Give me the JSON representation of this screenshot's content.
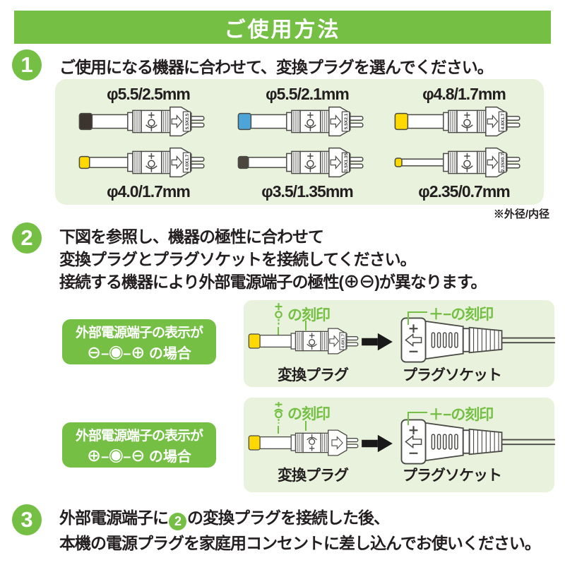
{
  "colors": {
    "green": "#74bf44",
    "panel_green": "#e9f2dc",
    "text": "#231f20",
    "outline": "#4a4a46",
    "tip_yellow": "#ffd900",
    "tip_blue": "#4da4d9",
    "tip_black": "#3c342e",
    "tip_gray": "#4c463f"
  },
  "title": "ご使用方法",
  "note": "※外径/内径",
  "step1": {
    "num": "1",
    "text": "ご使用になる機器に合わせて、変換プラグを選んでください。"
  },
  "step2": {
    "num": "2",
    "line1": "下図を参照し、機器の極性に合わせて",
    "line2": "変換プラグとプラグソケットを接続してください。",
    "line3": "接続する機器により外部電源端子の極性(⊕⊖)が異なります。"
  },
  "step3": {
    "num": "3",
    "line1_pre": "外部電源端子に",
    "ref_badge": "2",
    "line1_post": "の変換プラグを接続した後、",
    "line2": "本機の電源プラグを家庭用コンセントに差し込んでお使いください。"
  },
  "plugs": [
    {
      "label": "φ5.5/2.5mm",
      "size": "5.5X2.5",
      "tip": "#3c342e",
      "barrel": "wide"
    },
    {
      "label": "φ5.5/2.1mm",
      "size": "5.5X2.1",
      "tip": "#4da4d9",
      "barrel": "wide"
    },
    {
      "label": "φ4.8/1.7mm",
      "size": "4.8X1.7",
      "tip": "#ffd900",
      "barrel": "wide"
    },
    {
      "label": "φ4.0/1.7mm",
      "size": "4.0X1.7",
      "tip": "#ffd900",
      "barrel": "narrow"
    },
    {
      "label": "φ3.5/1.35mm",
      "size": "3.5X1.35",
      "tip": "#4c463f",
      "barrel": "narrow"
    },
    {
      "label": "φ2.35/0.7mm",
      "size": "2.35X0.7",
      "tip": "#ffd900",
      "barrel": "thin"
    }
  ],
  "cases": [
    {
      "cond_line1": "外部電源端子の表示が",
      "cond_line2": "⊖–◉–⊕ の場合",
      "mark_suffix": "の刻印",
      "socket_mark": "＋−の刻印",
      "plug_label": "変換プラグ",
      "socket_label": "プラグソケット",
      "plug": {
        "size": "4.8X1.7",
        "tip": "#ffd900",
        "barrel": "wide",
        "flipped": false,
        "show_size": true
      },
      "icon": "center-positive"
    },
    {
      "cond_line1": "外部電源端子の表示が",
      "cond_line2": "⊕–◉–⊖ の場合",
      "mark_suffix": "の刻印",
      "socket_mark": "＋−の刻印",
      "plug_label": "変換プラグ",
      "socket_label": "プラグソケット",
      "plug": {
        "size": "",
        "tip": "#ffd900",
        "barrel": "wide",
        "flipped": true,
        "show_size": false
      },
      "icon": "center-negative"
    }
  ]
}
